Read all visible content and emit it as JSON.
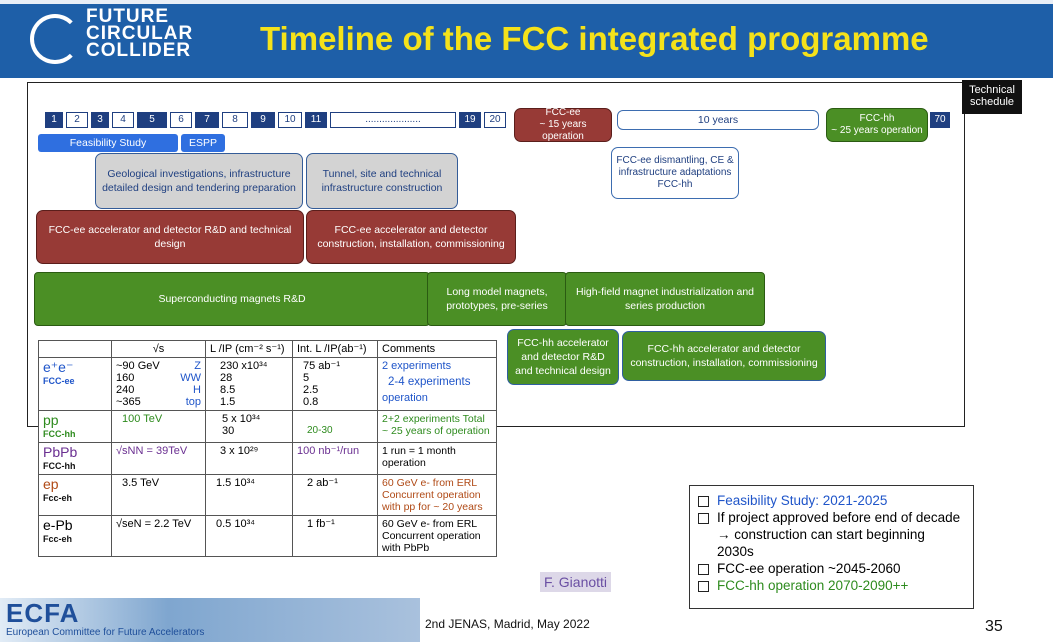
{
  "header": {
    "logo_line1": "FUTURE",
    "logo_line2": "CIRCULAR",
    "logo_line3": "COLLIDER",
    "title": "Timeline of the FCC integrated programme"
  },
  "technical_schedule": "Technical schedule",
  "years": [
    "1",
    "2",
    "3",
    "4",
    "5",
    "6",
    "7",
    "8",
    "9",
    "10",
    "11",
    "....................",
    "19",
    "20"
  ],
  "year70": "70",
  "blocks": {
    "fcc_ee_op_1": "FCC-ee",
    "fcc_ee_op_2": "~ 15 years operation",
    "ten_years": "10 years",
    "fcc_hh_op_1": "FCC-hh",
    "fcc_hh_op_2": "~ 25 years operation",
    "feasibility": "Feasibility Study",
    "espp": "ESPP",
    "dismantling": "FCC-ee dismantling, CE & infrastructure adaptations FCC-hh",
    "geological": "Geological investigations, infrastructure detailed design and tendering preparation",
    "tunnel": "Tunnel, site and technical infrastructure construction",
    "ee_rd": "FCC-ee accelerator and detector R&D and technical design",
    "ee_construction": "FCC-ee accelerator and detector construction, installation, commissioning",
    "sc_magnets": "Superconducting magnets R&D",
    "long_model": "Long model magnets, prototypes, pre-series",
    "high_field": "High-field magnet industrialization and series production",
    "hh_rd": "FCC-hh accelerator and detector R&D and technical design",
    "hh_construction": "FCC-hh accelerator and detector construction, installation, commissioning"
  },
  "table": {
    "headers": [
      "",
      "√s",
      "L /IP (cm⁻² s⁻¹)",
      "Int. L /IP(ab⁻¹)",
      "Comments"
    ],
    "ee": {
      "name": "e⁺e⁻",
      "sub": "FCC-ee",
      "energies": [
        "~90 GeV",
        "160",
        "240",
        "~365"
      ],
      "modes": [
        "Z",
        "WW",
        "H",
        "top"
      ],
      "lumi": [
        "230 x10³⁴",
        "28",
        "8.5",
        "1.5"
      ],
      "intl": [
        "75 ab⁻¹",
        "5",
        "2.5",
        "0.8"
      ],
      "comment1": "2 experiments",
      "comment2": "2-4 experiments",
      "comment3": "operation"
    },
    "pp": {
      "name": "pp",
      "sub": "FCC-hh",
      "energy": "100 TeV",
      "lumi1": "5  x 10³⁴",
      "lumi2": "30",
      "intl": "20-30",
      "comment": "2+2 experiments Total ~ 25 years of operation"
    },
    "pbpb": {
      "name": "PbPb",
      "sub": "FCC-hh",
      "energy": "√sNN = 39TeV",
      "lumi": "3 x 10²⁹",
      "intl": "100 nb⁻¹/run",
      "comment": "1 run = 1 month operation"
    },
    "ep": {
      "name": "ep",
      "sub": "Fcc-eh",
      "energy": "3.5 TeV",
      "lumi": "1.5 10³⁴",
      "intl": "2 ab⁻¹",
      "comment": "60 GeV e- from ERL Concurrent operation with pp for ~ 20 years"
    },
    "epb": {
      "name": "e-Pb",
      "sub": "Fcc-eh",
      "energy": "√seN = 2.2 TeV",
      "lumi": "0.5 10³⁴",
      "intl": "1 fb⁻¹",
      "comment": "60 GeV e- from ERL Concurrent operation with PbPb"
    }
  },
  "bullets": [
    "Feasibility Study: 2021-2025",
    "If project approved before end of decade → construction can start beginning 2030s",
    "FCC-ee operation ~2045-2060",
    "FCC-hh operation   2070-2090++"
  ],
  "author": "F. Gianotti",
  "footer": {
    "ecfa": "ECFA",
    "ecfa_sub": "European Committee for Future Accelerators",
    "event": "2nd JENAS, Madrid, May 2022",
    "page": "35"
  },
  "colors": {
    "header_blue": "#1e5fa8",
    "title_yellow": "#f5e21a",
    "ee_red": "#973a36",
    "hh_green": "#4b8f25",
    "timeline_blue": "#1f3f80"
  }
}
